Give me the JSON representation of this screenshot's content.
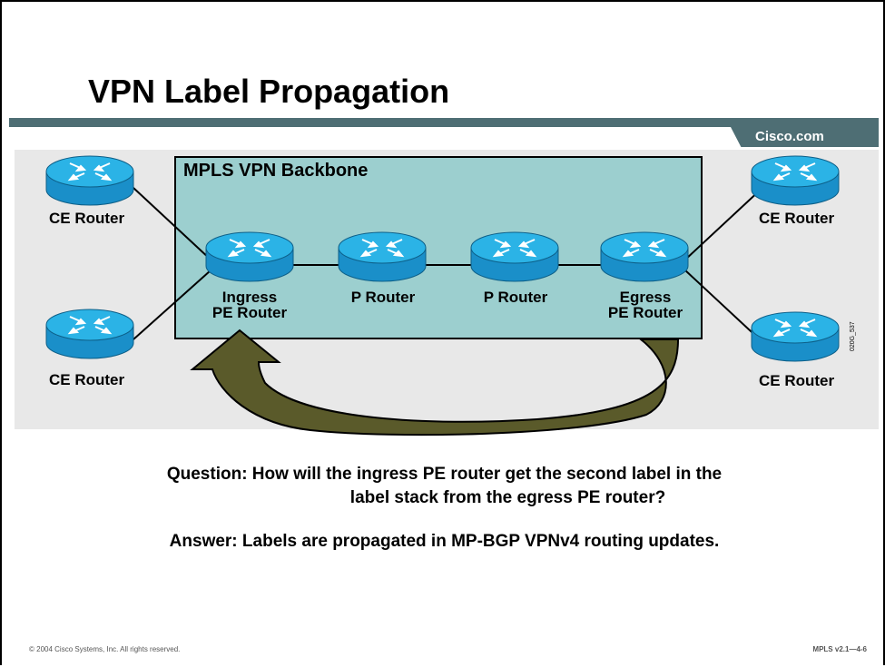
{
  "slide": {
    "title": "VPN Label Propagation",
    "brand": "Cisco.com",
    "footer_left": "© 2004 Cisco Systems, Inc. All rights reserved.",
    "footer_right": "MPLS v2.1—4-6",
    "figure_id": "020G_537"
  },
  "diagram": {
    "backbone_label": "MPLS VPN Backbone",
    "colors": {
      "backbone_fill": "#9ccfcf",
      "router_body": "#1a9ad6",
      "router_top": "#28b4e6",
      "arrow_fill": "#5a5a2a",
      "header_bar": "#4e6e74"
    },
    "routers": [
      {
        "id": "ce-top-left",
        "label_lines": [
          "CE Router"
        ],
        "icon": "router-icon"
      },
      {
        "id": "ce-bottom-left",
        "label_lines": [
          "CE Router"
        ],
        "icon": "router-icon"
      },
      {
        "id": "pe-ingress",
        "label_lines": [
          "Ingress",
          "PE Router"
        ],
        "icon": "router-icon"
      },
      {
        "id": "p1",
        "label_lines": [
          "P Router"
        ],
        "icon": "router-icon"
      },
      {
        "id": "p2",
        "label_lines": [
          "P Router"
        ],
        "icon": "router-icon"
      },
      {
        "id": "pe-egress",
        "label_lines": [
          "Egress",
          "PE Router"
        ],
        "icon": "router-icon"
      },
      {
        "id": "ce-top-right",
        "label_lines": [
          "CE Router"
        ],
        "icon": "router-icon"
      },
      {
        "id": "ce-bottom-right",
        "label_lines": [
          "CE Router"
        ],
        "icon": "router-icon"
      }
    ],
    "links": [
      [
        "ce-top-left",
        "pe-ingress"
      ],
      [
        "ce-bottom-left",
        "pe-ingress"
      ],
      [
        "pe-ingress",
        "p1"
      ],
      [
        "p1",
        "p2"
      ],
      [
        "p2",
        "pe-egress"
      ],
      [
        "pe-egress",
        "ce-top-right"
      ],
      [
        "pe-egress",
        "ce-bottom-right"
      ]
    ],
    "arrow": {
      "from": "pe-egress",
      "to": "pe-ingress",
      "icon": "curved-arrow-icon"
    }
  },
  "text": {
    "question_line1": "Question: How will the ingress PE router get the second label in the",
    "question_line2": "label stack from the egress PE router?",
    "answer": "Answer: Labels are propagated in MP-BGP VPNv4 routing updates."
  }
}
